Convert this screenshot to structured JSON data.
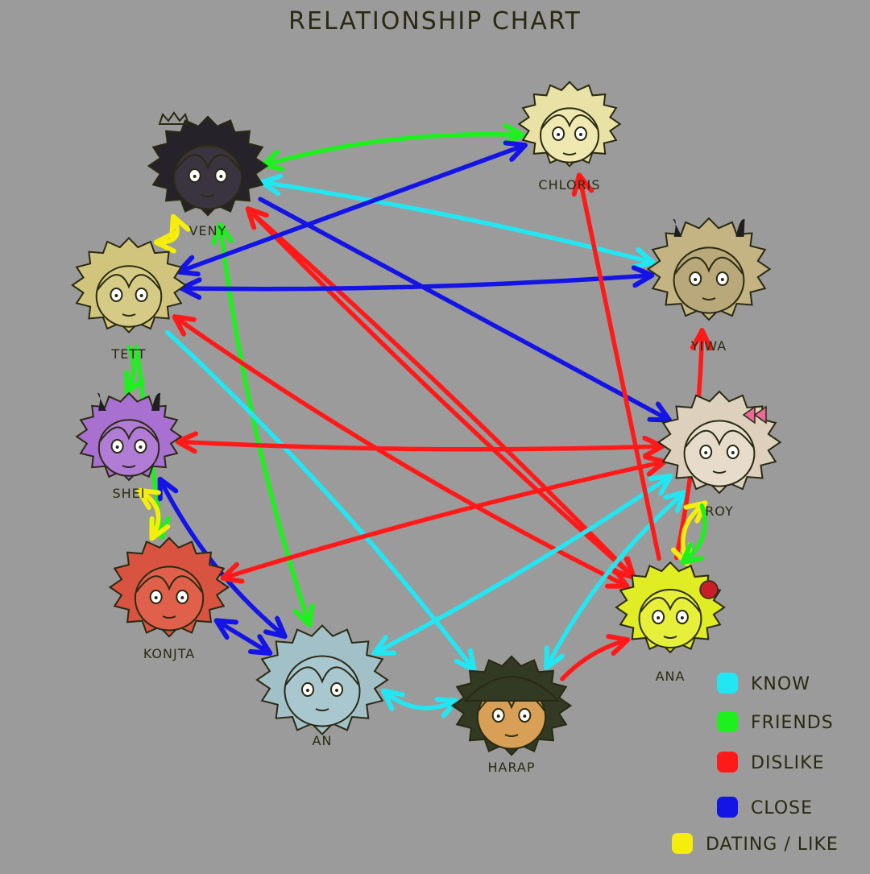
{
  "title": "RELATIONSHIP    CHART",
  "colors": {
    "background": "#9b9b9b",
    "ink": "#2a2a12",
    "know": "#22e6f2",
    "friends": "#1ef01e",
    "dislike": "#ff1a1a",
    "close": "#1414e6",
    "dating": "#f4ee0a"
  },
  "characters": [
    {
      "id": "veny",
      "label": "VENY",
      "skin": "#3a3340",
      "hair": "#25222a",
      "extra": "crown-icon"
    },
    {
      "id": "chloris",
      "label": "CHLORIS",
      "skin": "#efe8b0",
      "hair": "#e9e2a6",
      "extra": ""
    },
    {
      "id": "tett",
      "label": "TETT",
      "skin": "#d6cb86",
      "hair": "#d1c57e",
      "extra": ""
    },
    {
      "id": "yiwa",
      "label": "YIWA",
      "skin": "#b9a87a",
      "hair": "#c4b484",
      "extra": "horns-icon"
    },
    {
      "id": "shei",
      "label": "SHEI",
      "skin": "#b07cd6",
      "hair": "#a870d0",
      "extra": "horns-icon"
    },
    {
      "id": "roy",
      "label": "ROY",
      "skin": "#e7dccb",
      "hair": "#ddd0bd",
      "extra": "bow-icon"
    },
    {
      "id": "konjta",
      "label": "KONJTA",
      "skin": "#e0604c",
      "hair": "#d85440",
      "extra": ""
    },
    {
      "id": "ana",
      "label": "ANA",
      "skin": "#e6f03a",
      "hair": "#e0ec24",
      "extra": "flower-icon"
    },
    {
      "id": "an",
      "label": "AN",
      "skin": "#a9c7cf",
      "hair": "#a2c0c8",
      "extra": ""
    },
    {
      "id": "harap",
      "label": "HARAP",
      "skin": "#d8a056",
      "hair": "#323a24",
      "extra": "cap-icon"
    }
  ],
  "legend": [
    {
      "label": "KNOW",
      "type": "know"
    },
    {
      "label": "FRIENDS",
      "type": "friends"
    },
    {
      "label": "DISLIKE",
      "type": "dislike"
    },
    {
      "label": "CLOSE",
      "type": "close"
    },
    {
      "label": "DATING / LIKE",
      "type": "dating"
    }
  ],
  "relationships": [
    {
      "from": "veny",
      "to": "chloris",
      "type": "friends",
      "both": true
    },
    {
      "from": "veny",
      "to": "yiwa",
      "type": "know",
      "both": true
    },
    {
      "from": "veny",
      "to": "roy",
      "type": "close",
      "both": false
    },
    {
      "from": "veny",
      "to": "ana",
      "type": "dislike",
      "both": true
    },
    {
      "from": "veny",
      "to": "an",
      "type": "friends",
      "both": true
    },
    {
      "from": "veny",
      "to": "tett",
      "type": "dating",
      "both": true
    },
    {
      "from": "veny",
      "to": "ana",
      "type": "dislike",
      "both": false
    },
    {
      "from": "tett",
      "to": "chloris",
      "type": "close",
      "both": true
    },
    {
      "from": "tett",
      "to": "yiwa",
      "type": "close",
      "both": true
    },
    {
      "from": "tett",
      "to": "ana",
      "type": "dislike",
      "both": true
    },
    {
      "from": "tett",
      "to": "harap",
      "type": "know",
      "both": false
    },
    {
      "from": "tett",
      "to": "shei",
      "type": "friends",
      "both": false
    },
    {
      "from": "tett",
      "to": "konjta",
      "type": "friends",
      "both": false
    },
    {
      "from": "shei",
      "to": "roy",
      "type": "dislike",
      "both": true
    },
    {
      "from": "shei",
      "to": "an",
      "type": "close",
      "both": true
    },
    {
      "from": "shei",
      "to": "konjta",
      "type": "dating",
      "both": true
    },
    {
      "from": "konjta",
      "to": "roy",
      "type": "dislike",
      "both": true
    },
    {
      "from": "an",
      "to": "konjta",
      "type": "close",
      "both": true
    },
    {
      "from": "an",
      "to": "roy",
      "type": "know",
      "both": true
    },
    {
      "from": "an",
      "to": "harap",
      "type": "know",
      "both": true
    },
    {
      "from": "harap",
      "to": "roy",
      "type": "know",
      "both": true
    },
    {
      "from": "harap",
      "to": "ana",
      "type": "dislike",
      "both": false
    },
    {
      "from": "ana",
      "to": "chloris",
      "type": "dislike",
      "both": false
    },
    {
      "from": "ana",
      "to": "yiwa",
      "type": "dislike",
      "both": false
    },
    {
      "from": "roy",
      "to": "ana",
      "type": "dating",
      "both": true
    },
    {
      "from": "roy",
      "to": "ana",
      "type": "friends",
      "both": false
    }
  ]
}
